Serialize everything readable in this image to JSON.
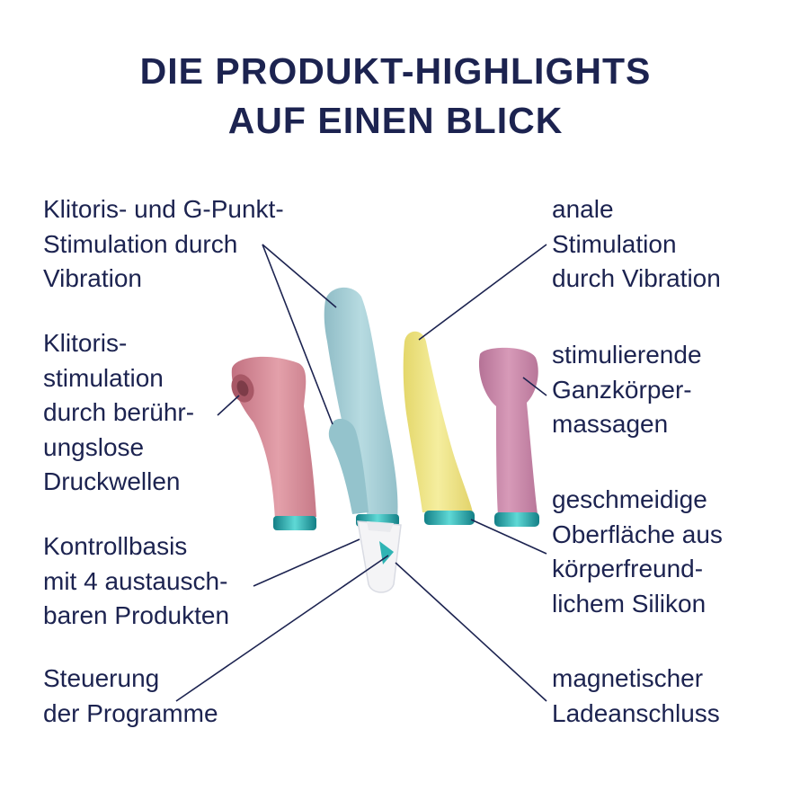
{
  "title": {
    "line1": "DIE PRODUKT-HIGHLIGHTS",
    "line2": "AUF EINEN BLICK"
  },
  "labels": {
    "klitoris_g_punkt": [
      "Klitoris- und G-Punkt-",
      "Stimulation durch",
      "Vibration"
    ],
    "klitoris_druckwellen": [
      "Klitoris-",
      "stimulation",
      "durch berühr-",
      "ungslose",
      "Druckwellen"
    ],
    "kontrollbasis": [
      "Kontrollbasis",
      "mit 4 austausch-",
      "baren Produkten"
    ],
    "steuerung": [
      "Steuerung",
      "der Programme"
    ],
    "anale_stimulation": [
      "anale",
      "Stimulation",
      "durch Vibration"
    ],
    "ganzkoerper": [
      "stimulierende",
      "Ganzkörper-",
      "massagen"
    ],
    "silikon": [
      "geschmeidige",
      "Oberfläche aus",
      "körperfreund-",
      "lichem Silikon"
    ],
    "magnet": [
      "magnetischer",
      "Ladeanschluss"
    ]
  },
  "colors": {
    "text": "#1c2350",
    "pink": "#d88c98",
    "blue": "#a9cfd6",
    "yellow": "#eee68c",
    "mauve": "#c98cab",
    "teal": "#2fb4b4"
  }
}
